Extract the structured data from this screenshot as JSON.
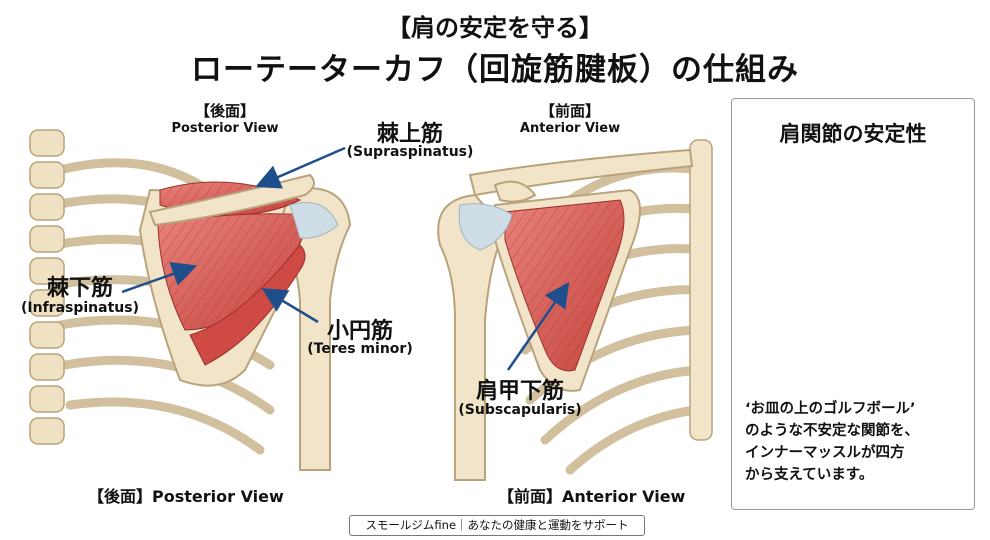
{
  "header": {
    "subtitle": "【肩の安定を守る】",
    "title": "ローテーターカフ（回旋筋腱板）の仕組み"
  },
  "posterior": {
    "view_ja": "【後面】",
    "view_en": "Posterior View",
    "bottom_label": "【後面】Posterior View",
    "supraspinatus": {
      "ja": "棘上筋",
      "en": "(Supraspinatus)"
    },
    "infraspinatus": {
      "ja": "棘下筋",
      "en": "(Infraspinatus)"
    },
    "teres_minor": {
      "ja": "小円筋",
      "en": "(Teres minor)"
    }
  },
  "anterior": {
    "view_ja": "【前面】",
    "view_en": "Anterior View",
    "bottom_label": "【前面】Anterior View",
    "subscapularis": {
      "ja": "肩甲下筋",
      "en": "(Subscapularis)"
    }
  },
  "stability_panel": {
    "title": "肩関節の安定性",
    "lines": [
      "‘お皿の上のゴルフボール’",
      "のような不安定な関節を、",
      "インナーマッスルが四方",
      "から支えています。"
    ]
  },
  "footer": {
    "text": "スモールジムfine｜あなたの健康と運動をサポート"
  },
  "colors": {
    "bone": "#f1e4c8",
    "bone_outline": "#b9a37c",
    "muscle": "#d9534f",
    "muscle_dark": "#b83a36",
    "tendon": "#cfdde6",
    "arrow": "#1f4e8c"
  }
}
